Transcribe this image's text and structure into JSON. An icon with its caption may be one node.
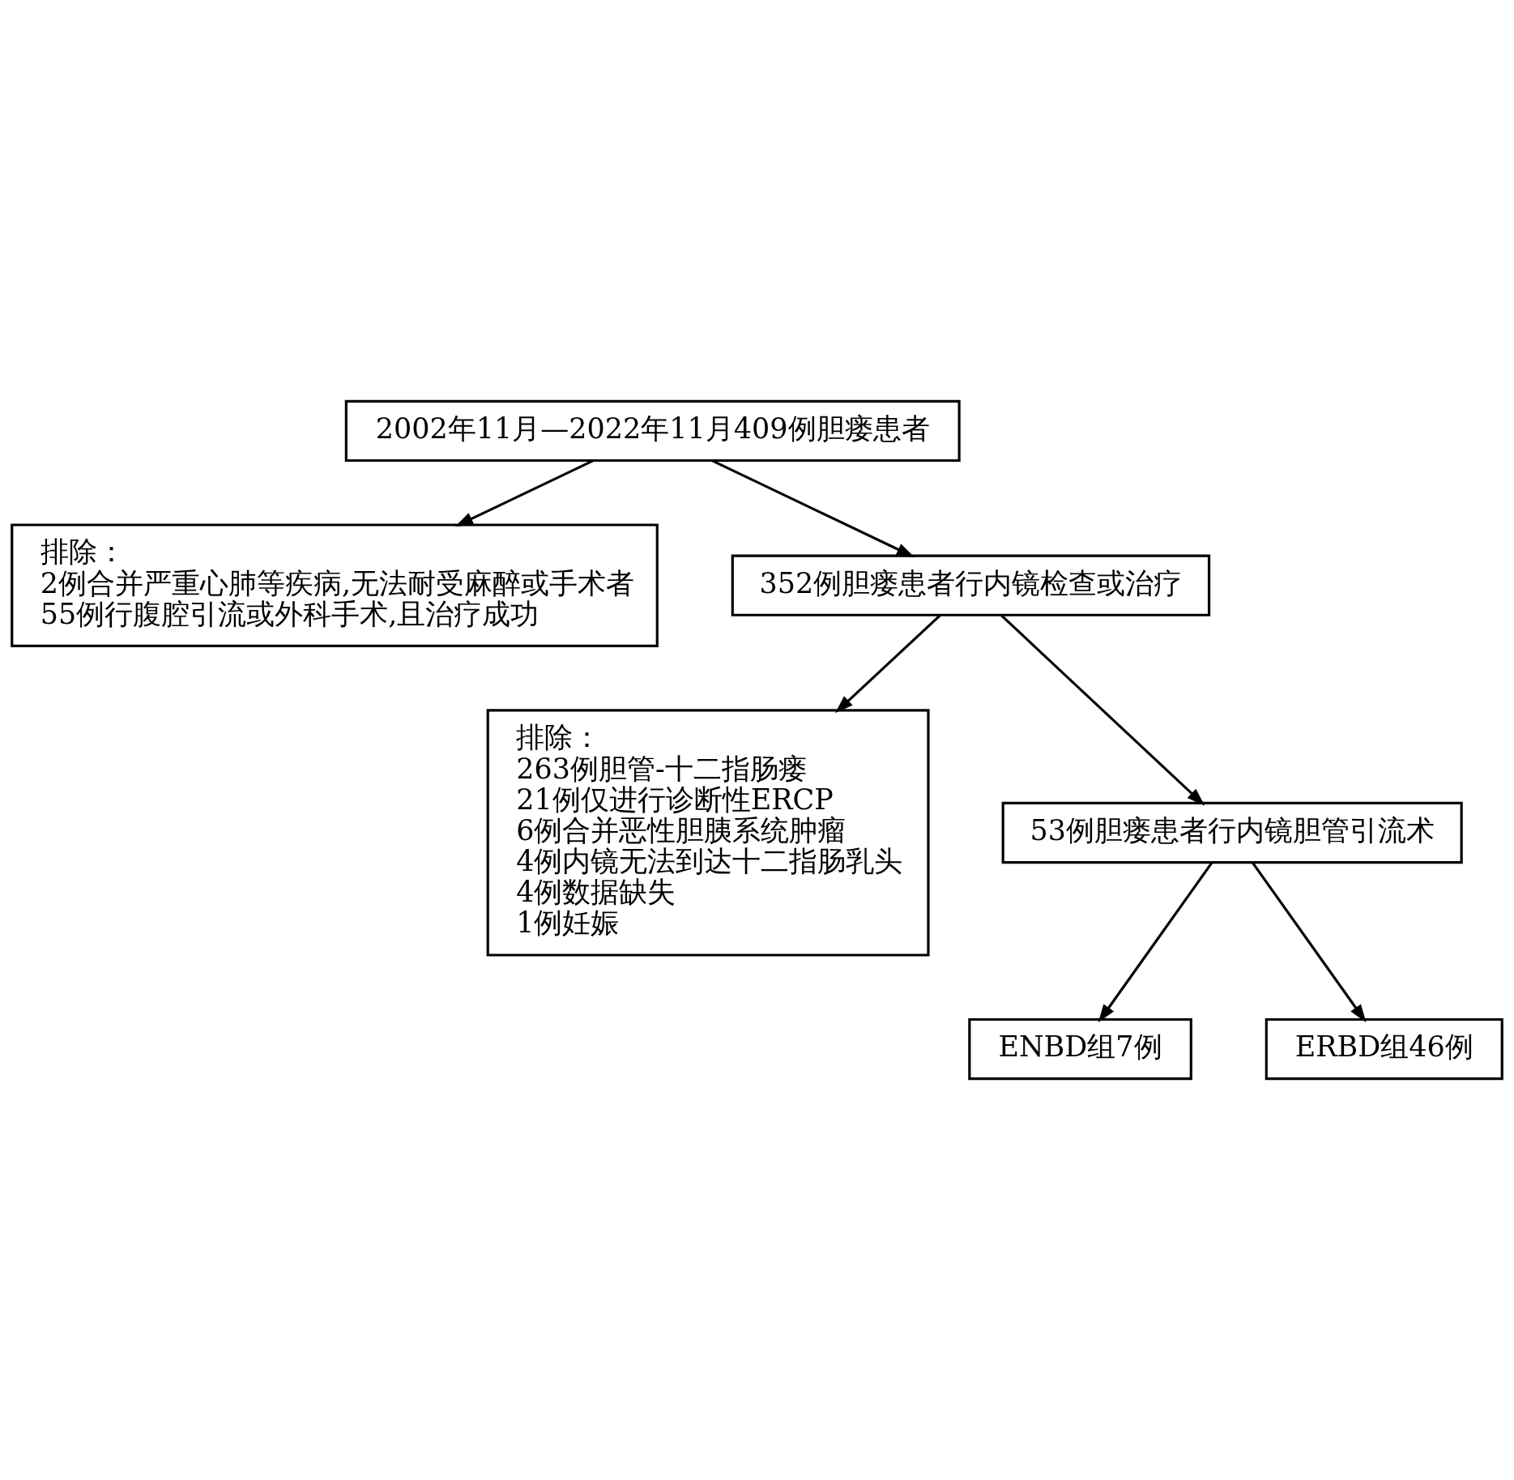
{
  "diagram": {
    "nodes": [
      {
        "text": [
          "2002年11月—2022年11月409例胆瘘患者"
        ]
      },
      {
        "text": [
          "排除：",
          "2例合并严重心肺等疾病,无法耐受麻醉或手术者",
          "55例行腹腔引流或外科手术,且治疗成功"
        ]
      },
      {
        "text": [
          "352例胆瘘患者行内镜检查或治疗"
        ]
      },
      {
        "text": [
          "排除：",
          "263例胆管-十二指肠瘘",
          "21例仅进行诊断性ERCP",
          "6例合并恶性胆胰系统肿瘤",
          "4例内镜无法到达十二指肠乳头",
          "4例数据缺失",
          "1例妊娠"
        ]
      },
      {
        "text": [
          "53例胆瘘患者行内镜胆管引流术"
        ]
      },
      {
        "text": [
          "ENBD组7例"
        ]
      },
      {
        "text": [
          "ERBD组46例"
        ]
      }
    ],
    "edges": [
      {
        "from": 0,
        "to": 1,
        "arrow": "to"
      },
      {
        "from": 0,
        "to": 2,
        "arrow": "to"
      },
      {
        "from": 2,
        "to": 3,
        "arrow": "to"
      },
      {
        "from": 2,
        "to": 4,
        "arrow": "to"
      },
      {
        "from": 4,
        "to": 5,
        "arrow": "to"
      },
      {
        "from": 4,
        "to": 6,
        "arrow": "to"
      }
    ]
  }
}
